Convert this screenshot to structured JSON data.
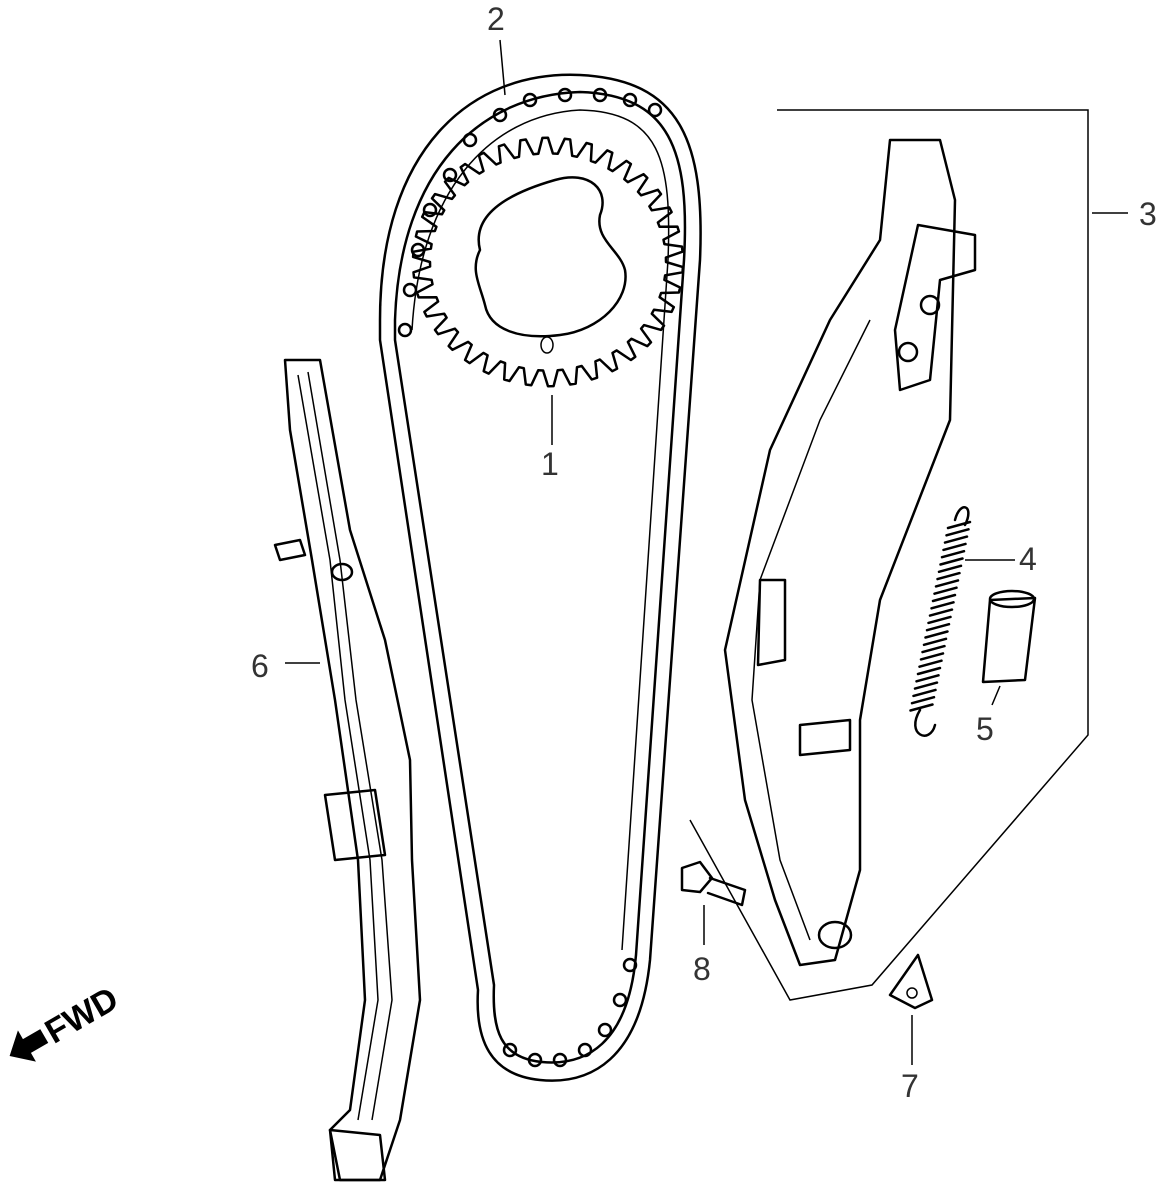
{
  "callouts": [
    {
      "id": "1",
      "text": "1",
      "part": "cam-sprocket"
    },
    {
      "id": "2",
      "text": "2",
      "part": "cam-chain"
    },
    {
      "id": "3",
      "text": "3",
      "part": "chain-tensioner"
    },
    {
      "id": "4",
      "text": "4",
      "part": "tensioner-spring"
    },
    {
      "id": "5",
      "text": "5",
      "part": "spring-collar"
    },
    {
      "id": "6",
      "text": "6",
      "part": "chain-guide"
    },
    {
      "id": "7",
      "text": "7",
      "part": "tensioner-plate"
    },
    {
      "id": "8",
      "text": "8",
      "part": "flange-bolt"
    }
  ],
  "direction": {
    "text": "FWD"
  }
}
